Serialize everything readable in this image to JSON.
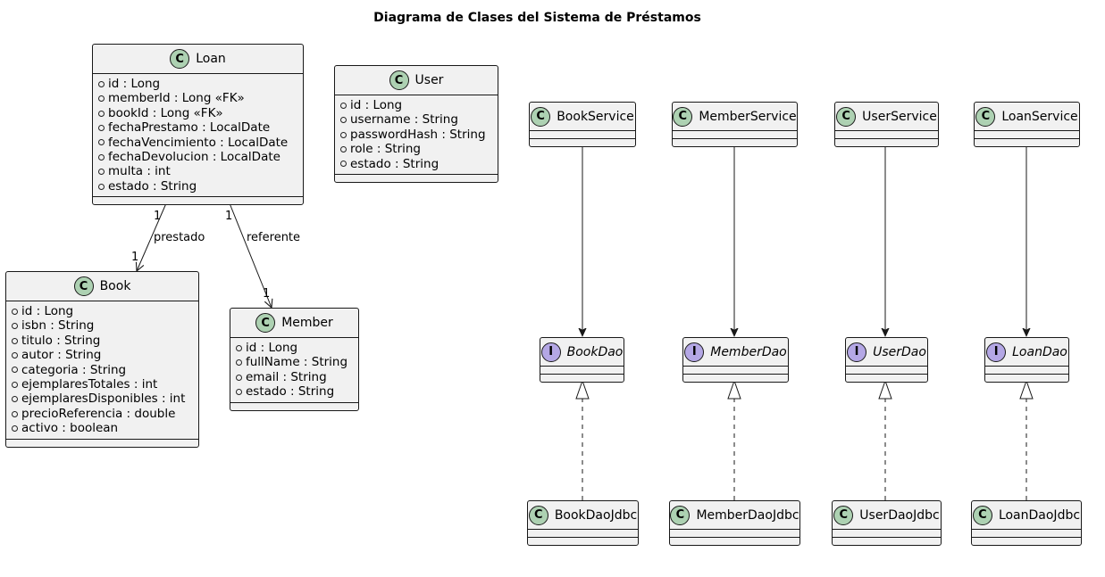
{
  "diagram": {
    "title": "Diagrama de Clases del Sistema de Préstamos",
    "badges": {
      "class": "C",
      "interface": "I"
    },
    "classes": {
      "loan": {
        "name": "Loan",
        "attributes": [
          "id : Long",
          "memberId : Long «FK»",
          "bookId : Long «FK»",
          "fechaPrestamo : LocalDate",
          "fechaVencimiento : LocalDate",
          "fechaDevolucion : LocalDate",
          "multa : int",
          "estado : String"
        ]
      },
      "user": {
        "name": "User",
        "attributes": [
          "id : Long",
          "username : String",
          "passwordHash : String",
          "role : String",
          "estado : String"
        ]
      },
      "book": {
        "name": "Book",
        "attributes": [
          "id : Long",
          "isbn : String",
          "titulo : String",
          "autor : String",
          "categoria : String",
          "ejemplaresTotales : int",
          "ejemplaresDisponibles : int",
          "precioReferencia : double",
          "activo : boolean"
        ]
      },
      "member": {
        "name": "Member",
        "attributes": [
          "id : Long",
          "fullName : String",
          "email : String",
          "estado : String"
        ]
      },
      "book_service": {
        "name": "BookService"
      },
      "member_service": {
        "name": "MemberService"
      },
      "user_service": {
        "name": "UserService"
      },
      "loan_service": {
        "name": "LoanService"
      },
      "book_dao": {
        "name": "BookDao"
      },
      "member_dao": {
        "name": "MemberDao"
      },
      "user_dao": {
        "name": "UserDao"
      },
      "loan_dao": {
        "name": "LoanDao"
      },
      "book_dao_jdbc": {
        "name": "BookDaoJdbc"
      },
      "member_dao_jdbc": {
        "name": "MemberDaoJdbc"
      },
      "user_dao_jdbc": {
        "name": "UserDaoJdbc"
      },
      "loan_dao_jdbc": {
        "name": "LoanDaoJdbc"
      }
    },
    "relations": {
      "loan_book": {
        "label": "prestado",
        "source_multiplicity": "1",
        "target_multiplicity": "1"
      },
      "loan_member": {
        "label": "referente",
        "source_multiplicity": "1",
        "target_multiplicity": "1"
      }
    }
  }
}
